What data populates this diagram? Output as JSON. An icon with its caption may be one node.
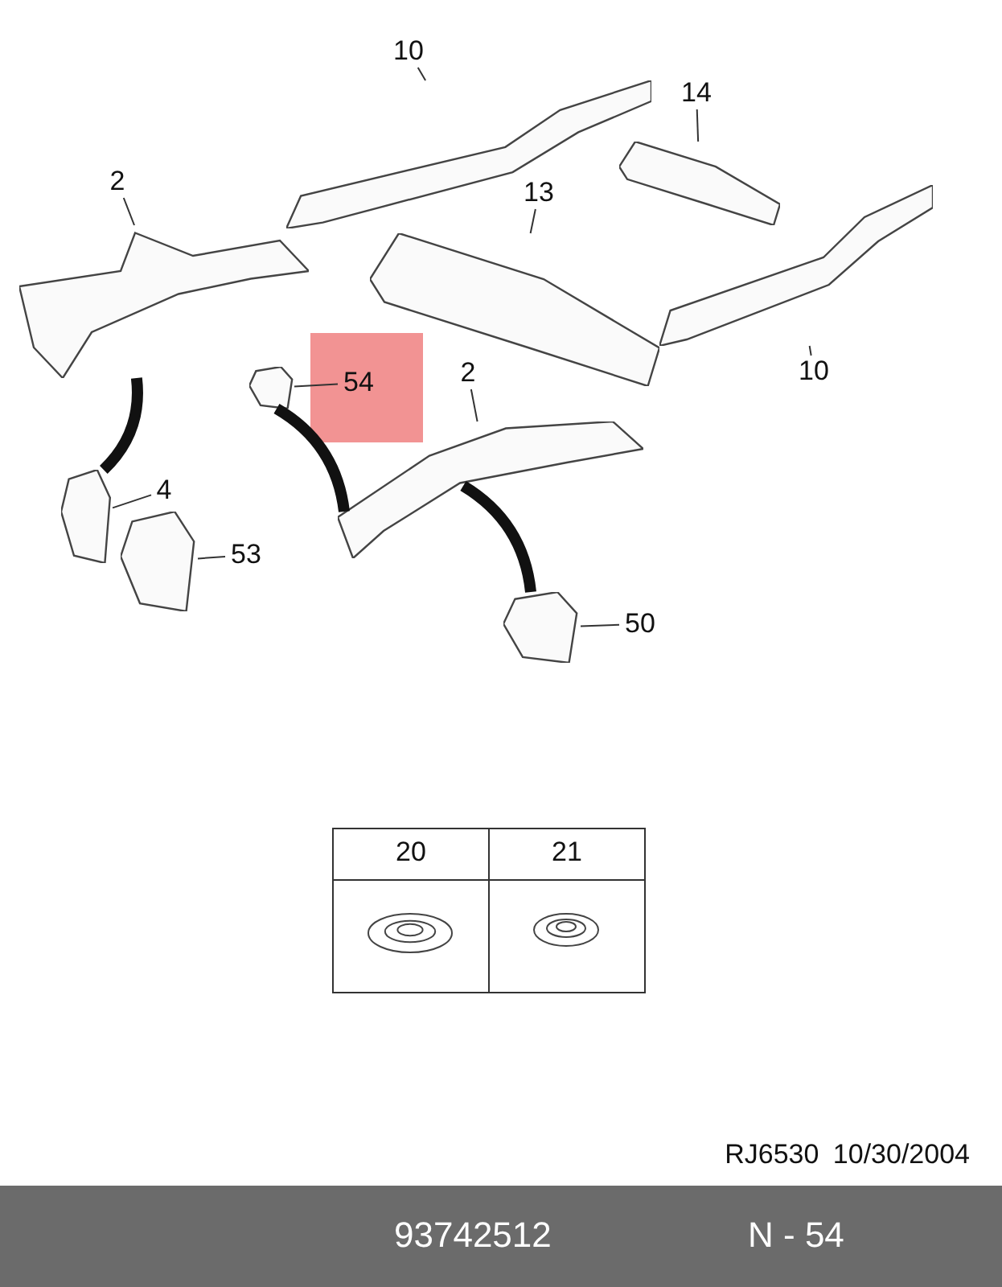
{
  "diagram": {
    "nodes": [
      {
        "text": [
          "10"
        ]
      },
      {
        "text": [],
        "shape": "picture"
      },
      {
        "text": [
          "14"
        ]
      },
      {
        "text": [],
        "shape": "picture"
      },
      {
        "text": [
          "2"
        ]
      },
      {
        "text": [],
        "shape": "picture"
      },
      {
        "text": [
          "13"
        ]
      },
      {
        "text": [],
        "shape": "picture"
      },
      {
        "text": [
          "54"
        ]
      },
      {
        "text": [],
        "shape": "picture"
      },
      {
        "text": [
          "2"
        ]
      },
      {
        "text": [],
        "shape": "picture"
      },
      {
        "text": [
          "10"
        ]
      },
      {
        "text": [],
        "shape": "picture"
      },
      {
        "text": [
          "4"
        ]
      },
      {
        "text": [],
        "shape": "picture"
      },
      {
        "text": [
          "53"
        ]
      },
      {
        "text": [],
        "shape": "picture"
      },
      {
        "text": [
          "50"
        ]
      },
      {
        "text": [],
        "shape": "picture"
      }
    ],
    "edges": [
      {
        "from": 0,
        "to": 1,
        "arrow": "none"
      },
      {
        "from": 2,
        "to": 3,
        "arrow": "none"
      },
      {
        "from": 4,
        "to": 5,
        "arrow": "none"
      },
      {
        "from": 6,
        "to": 7,
        "arrow": "none"
      },
      {
        "from": 8,
        "to": 9,
        "arrow": "none"
      },
      {
        "from": 10,
        "to": 11,
        "arrow": "none"
      },
      {
        "from": 12,
        "to": 13,
        "arrow": "none"
      },
      {
        "from": 14,
        "to": 15,
        "arrow": "none"
      },
      {
        "from": 16,
        "to": 17,
        "arrow": "none"
      },
      {
        "from": 18,
        "to": 19,
        "arrow": "none"
      },
      {
        "from": 5,
        "to": 15,
        "arrow": "none",
        "style": "thick"
      },
      {
        "from": 9,
        "to": 11,
        "arrow": "none",
        "style": "thick"
      },
      {
        "from": 11,
        "to": 19,
        "arrow": "none",
        "style": "thick"
      }
    ],
    "labels": [
      "20",
      "21",
      "RJ6530 10/30/2004",
      "93742512",
      "N - 54"
    ]
  }
}
